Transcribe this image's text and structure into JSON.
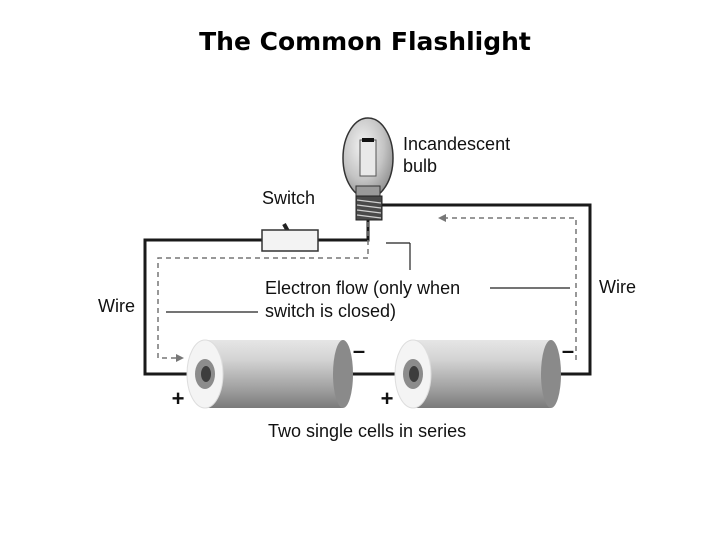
{
  "title": "The Common Flashlight",
  "labels": {
    "bulb_line1": "Incandescent",
    "bulb_line2": "bulb",
    "switch": "Switch",
    "electron_flow_line1": "Electron flow (only when",
    "electron_flow_line2": "switch is closed)",
    "wire_left": "Wire",
    "wire_right": "Wire",
    "cells": "Two single cells in series"
  },
  "terminals": {
    "left_cell_plus": "+",
    "left_cell_minus": "–",
    "right_cell_plus": "+",
    "right_cell_minus": "–"
  },
  "colors": {
    "wire": "#1a1a1a",
    "flow_arrow": "#777777",
    "cell_body": "#b8b8b8",
    "bulb_glass": "#bdbdbd"
  }
}
